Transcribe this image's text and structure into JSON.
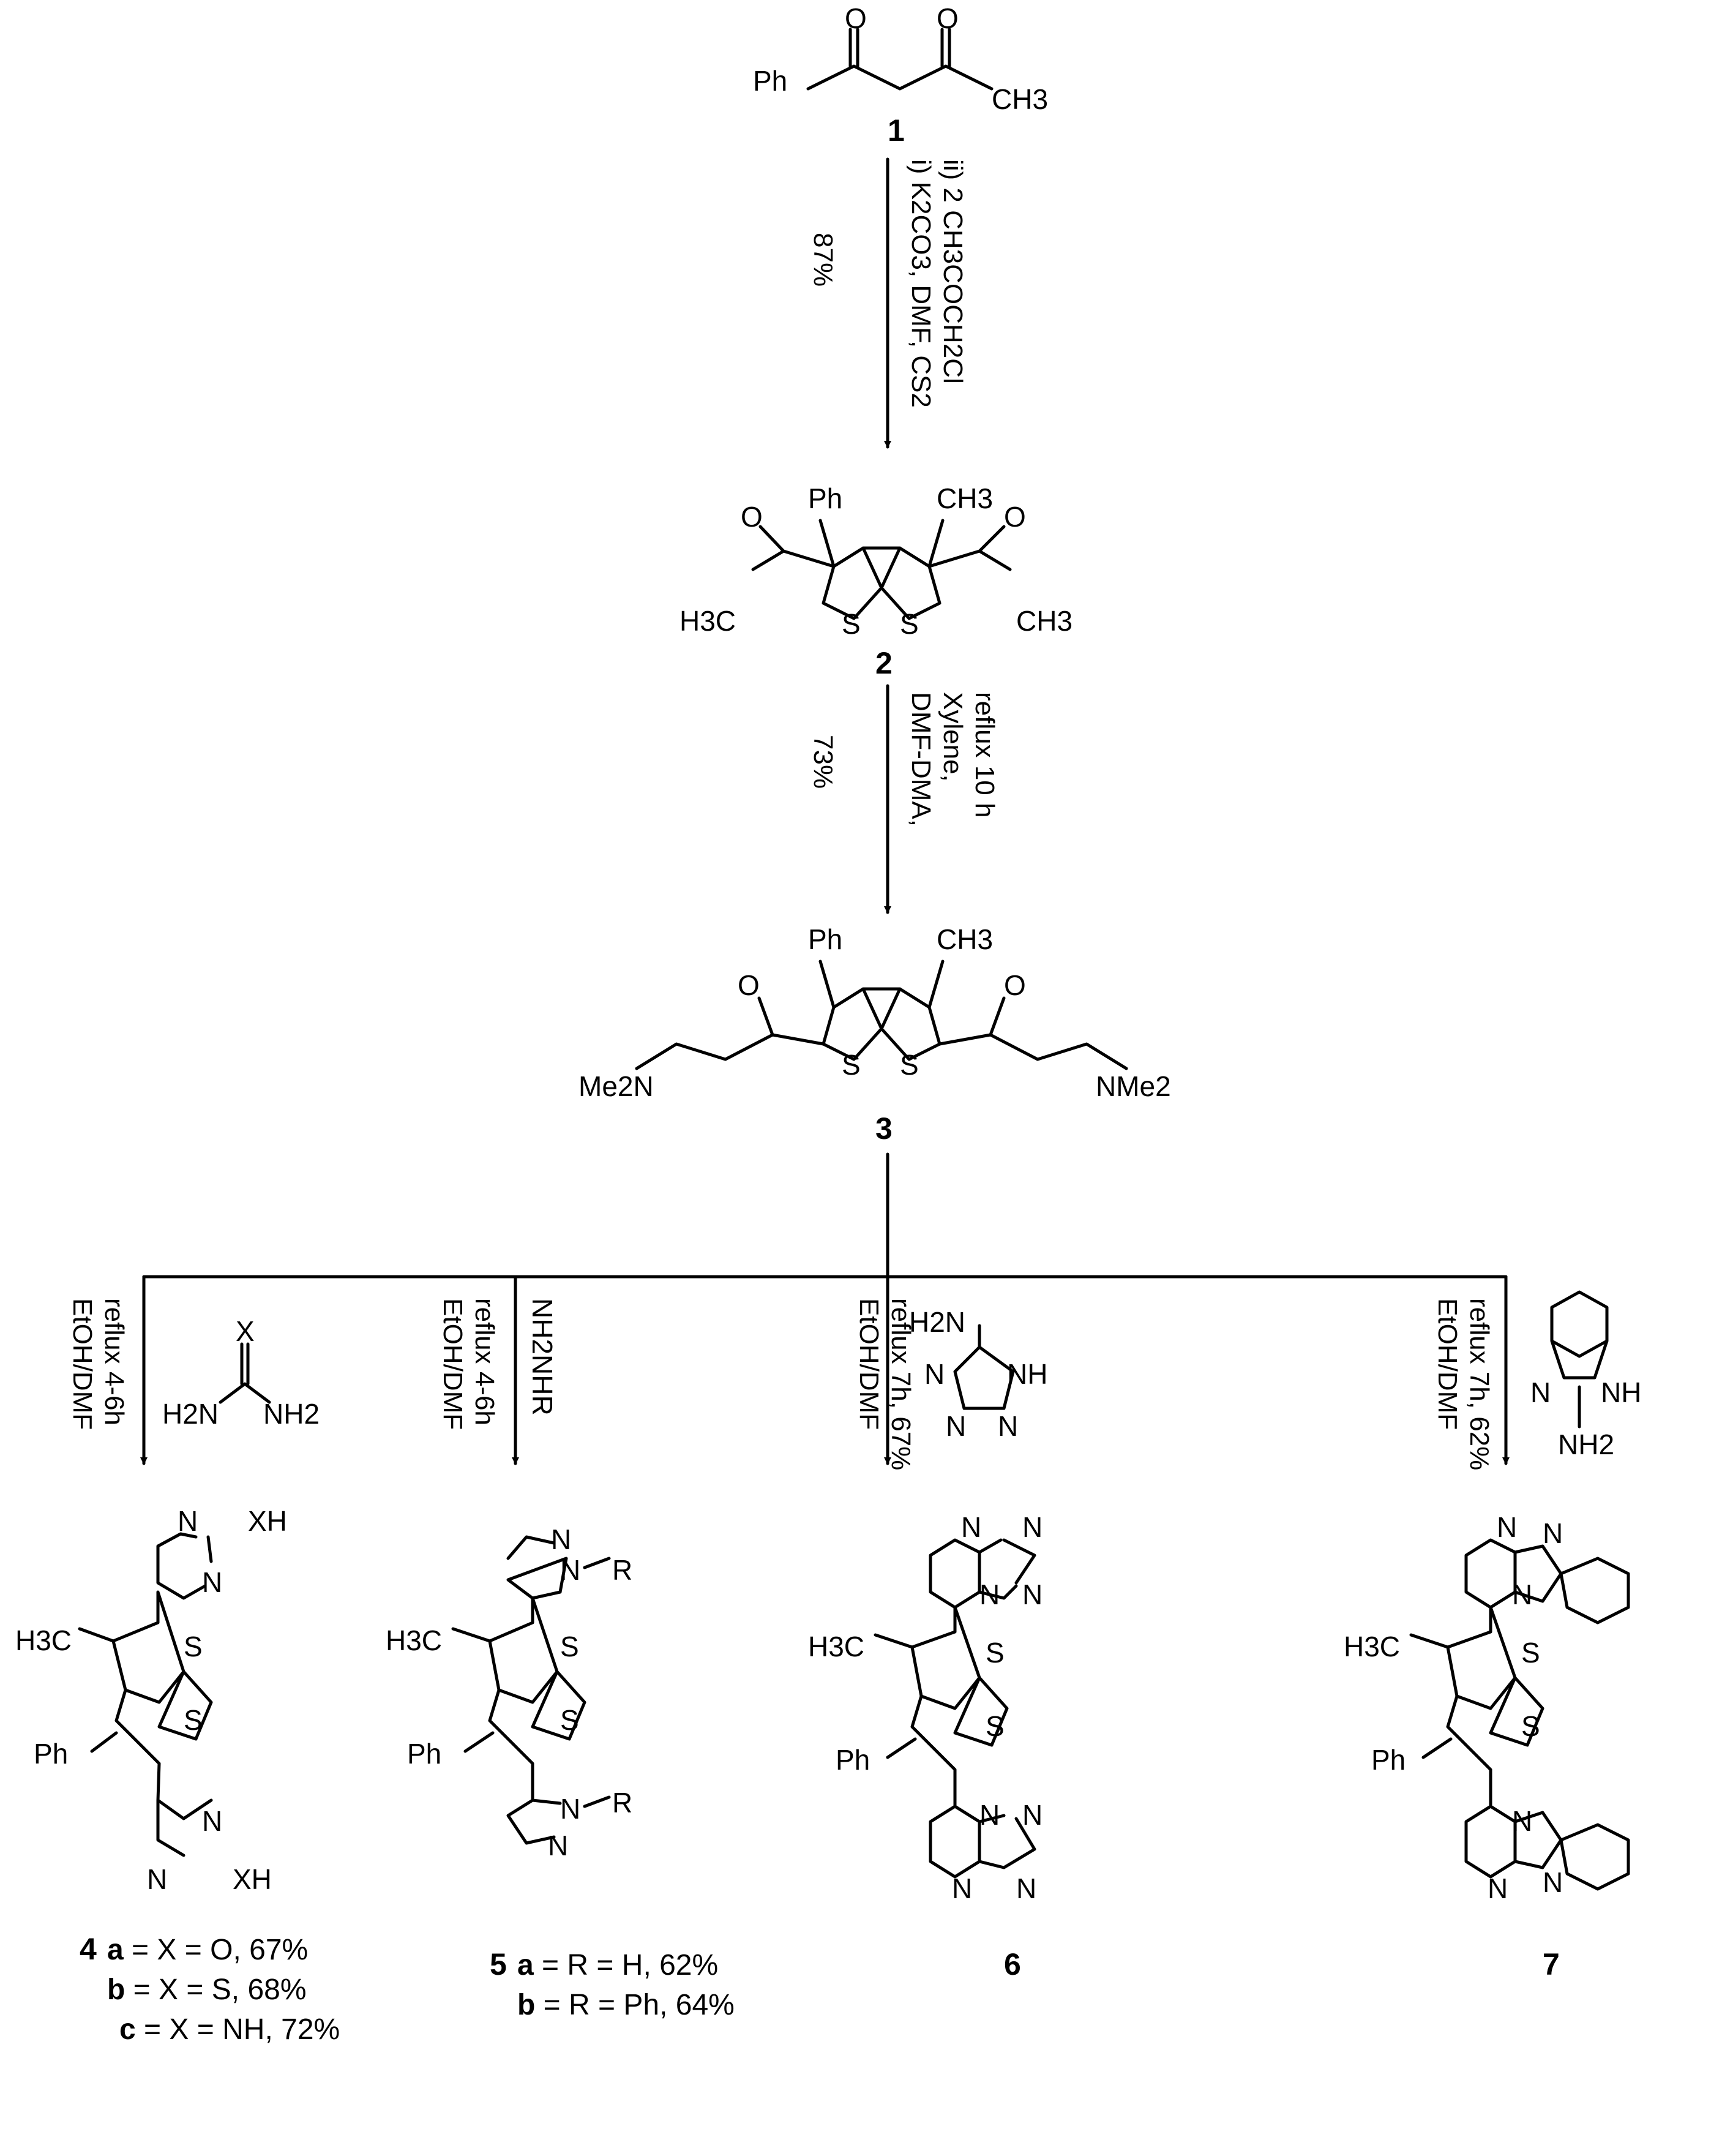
{
  "compounds": {
    "c1": {
      "number": "1",
      "labels": {
        "ph": "Ph",
        "o1": "O",
        "o2": "O",
        "me": "CH3"
      }
    },
    "c2": {
      "number": "2",
      "labels": {
        "ph": "Ph",
        "me": "CH3",
        "o1": "O",
        "o2": "O",
        "s1": "S",
        "s2": "S",
        "mel": "H3C",
        "mer": "CH3"
      }
    },
    "c3": {
      "number": "3",
      "labels": {
        "ph": "Ph",
        "me": "CH3",
        "o1": "O",
        "o2": "O",
        "s1": "S",
        "s2": "S",
        "nl": "Me2N",
        "nr": "NMe2"
      }
    },
    "c4": {
      "number": "4",
      "labels": {
        "n1": "N",
        "n2": "N",
        "xh1": "XH",
        "me": "H3C",
        "s1": "S",
        "s2": "S",
        "ph": "Ph",
        "n3": "N",
        "n4": "N",
        "xh2": "XH"
      },
      "variants": [
        {
          "letter": "a",
          "text": " = X = O, 67%"
        },
        {
          "letter": "b",
          "text": " = X = S, 68%"
        },
        {
          "letter": "c",
          "text": " = X = NH, 72%"
        }
      ]
    },
    "c5": {
      "number": "5",
      "labels": {
        "n1": "N",
        "n2": "N",
        "r1": "R",
        "me": "H3C",
        "s1": "S",
        "s2": "S",
        "ph": "Ph",
        "n3": "N",
        "n4": "N",
        "r2": "R"
      },
      "variants": [
        {
          "letter": "a",
          "text": " = R = H, 62%"
        },
        {
          "letter": "b",
          "text": " = R = Ph, 64%"
        }
      ]
    },
    "c6": {
      "number": "6",
      "labels": {
        "n1": "N",
        "n2": "N",
        "n3": "N",
        "n4": "N",
        "me": "H3C",
        "s1": "S",
        "s2": "S",
        "ph": "Ph",
        "n5": "N",
        "n6": "N",
        "n7": "N",
        "n8": "N"
      }
    },
    "c7": {
      "number": "7",
      "labels": {
        "n1": "N",
        "n2": "N",
        "n3": "N",
        "me": "H3C",
        "s1": "S",
        "s2": "S",
        "ph": "Ph",
        "n4": "N",
        "n5": "N",
        "n6": "N"
      }
    }
  },
  "steps": {
    "s1": {
      "lines": [
        "i) K2CO3, DMF, CS2",
        "ii) 2 CH3COCH2Cl"
      ],
      "yield": "87%"
    },
    "s2": {
      "lines": [
        "DMF-DMA,",
        "Xylene,",
        "reflux 10 h"
      ],
      "yield": "73%"
    },
    "b4": {
      "lines": [
        "EtOH/DMF",
        "reflux 4-6h"
      ]
    },
    "b5": {
      "lines": [
        "EtOH/DMF",
        "reflux 4-6h"
      ],
      "reagent": "NH2NHR"
    },
    "b6": {
      "lines": [
        "EtOH/DMF",
        "reflux 7h, 67%"
      ]
    },
    "b7": {
      "lines": [
        "EtOH/DMF",
        "reflux 7h, 62%"
      ]
    }
  },
  "reagents": {
    "urea": {
      "x": "X",
      "h2n": "H2N",
      "nh2": "NH2"
    },
    "triazole": {
      "h2n": "H2N",
      "n1": "N",
      "nh": "NH",
      "n2": "N",
      "n3": "N"
    },
    "benzimidazole": {
      "n": "N",
      "nh": "NH",
      "nh2": "NH2"
    }
  }
}
